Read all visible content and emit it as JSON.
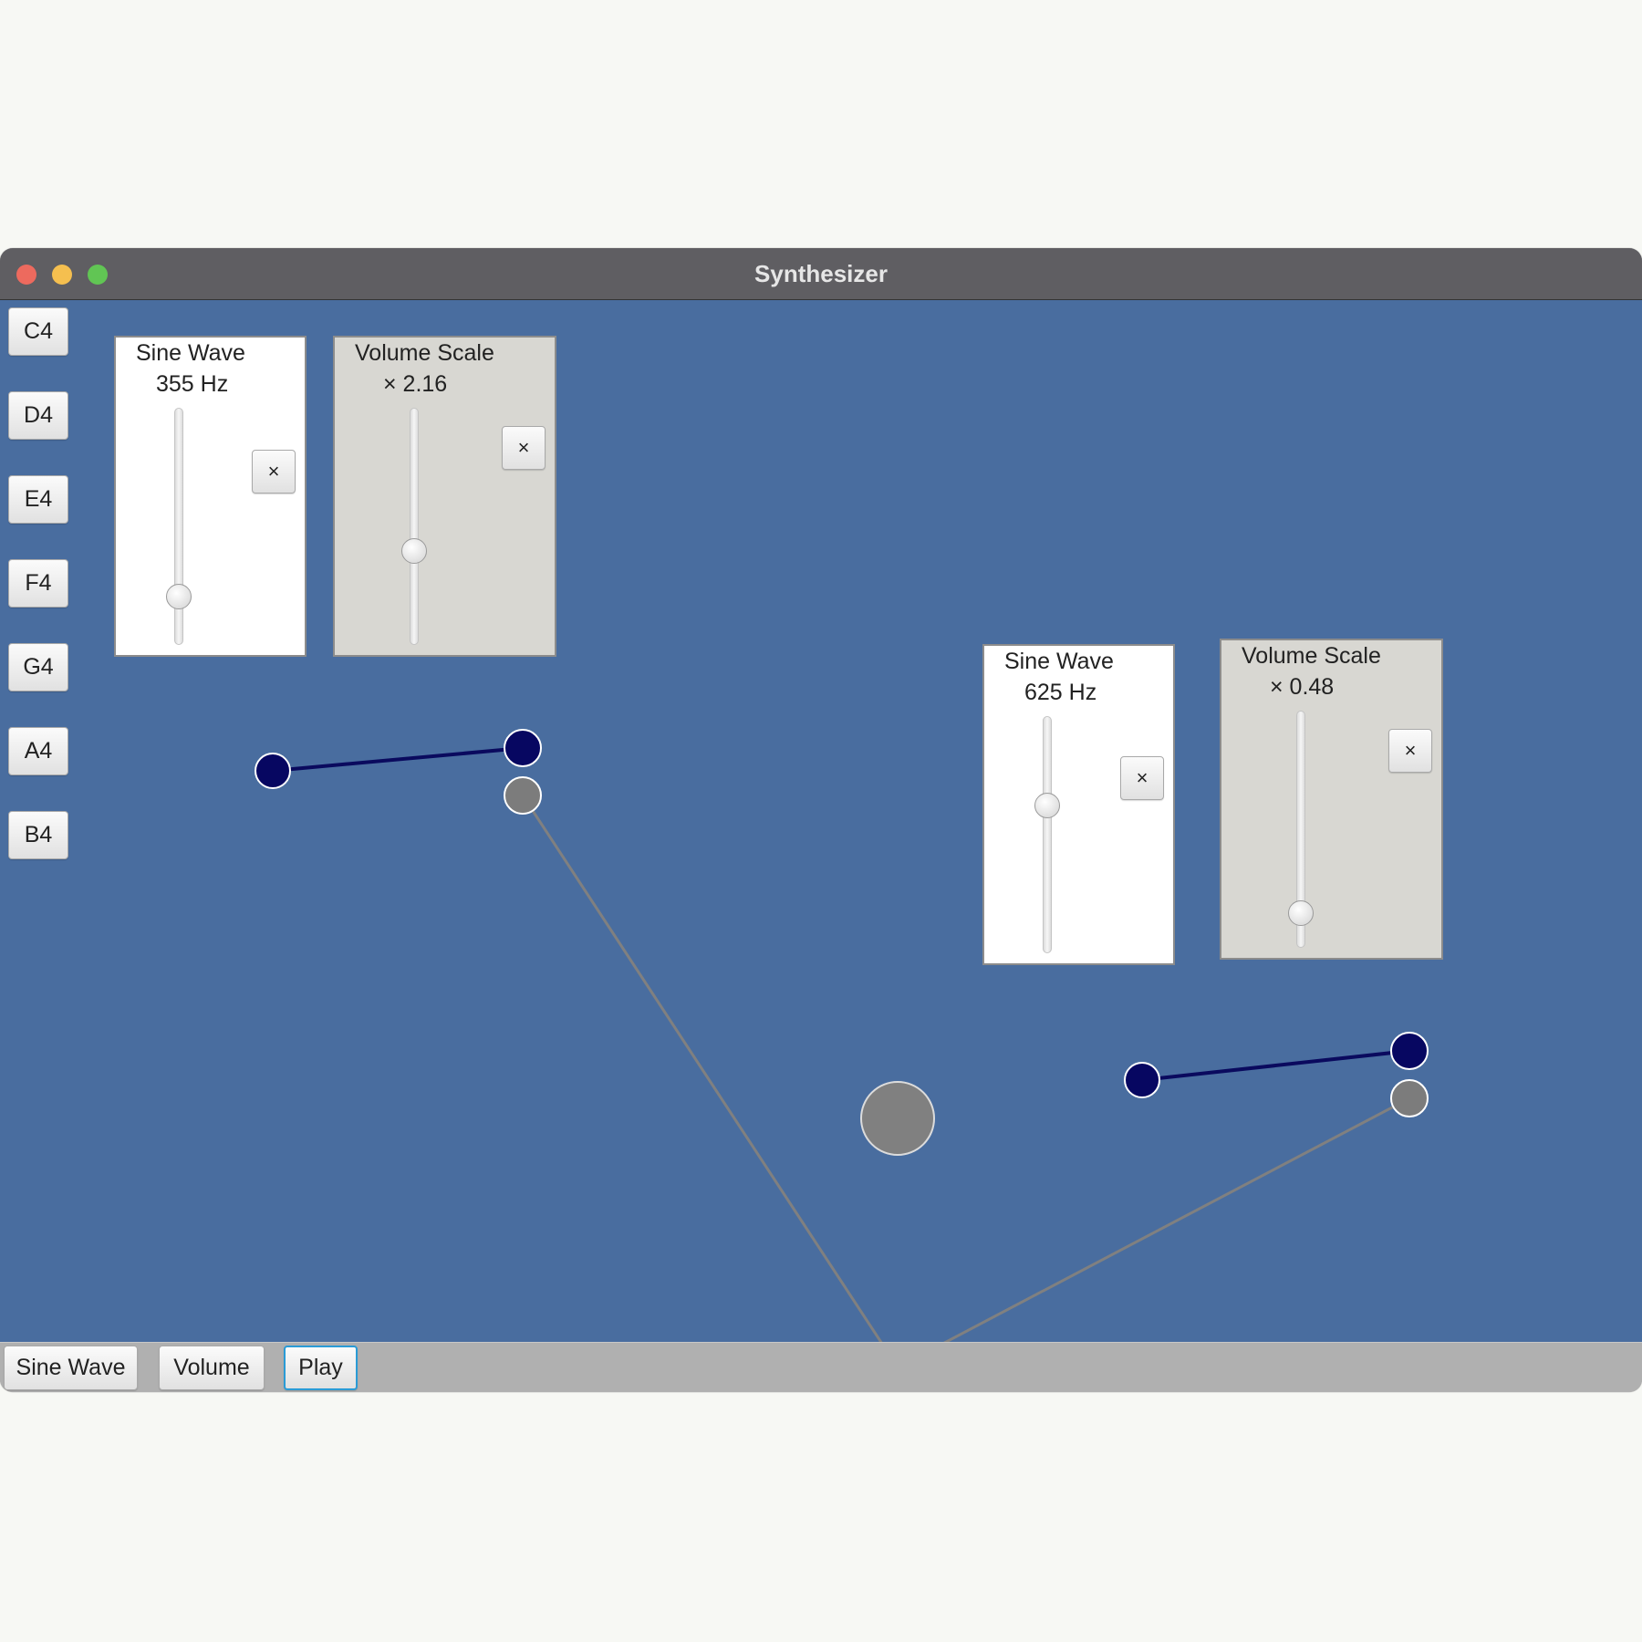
{
  "window": {
    "title": "Synthesizer"
  },
  "notes": [
    "C4",
    "D4",
    "E4",
    "F4",
    "G4",
    "A4",
    "B4"
  ],
  "modules": [
    {
      "type_label": "Sine Wave",
      "value_label": "355 Hz",
      "close_label": "×"
    },
    {
      "type_label": "Volume Scale",
      "value_label": "× 2.16",
      "close_label": "×"
    },
    {
      "type_label": "Sine Wave",
      "value_label": "625 Hz",
      "close_label": "×"
    },
    {
      "type_label": "Volume Scale",
      "value_label": "× 0.48",
      "close_label": "×"
    }
  ],
  "toolbar": {
    "sine_label": "Sine Wave",
    "volume_label": "Volume",
    "play_label": "Play"
  },
  "colors": {
    "canvas": "#496d9f",
    "output_port": "#070761",
    "input_port": "#7c7c7c",
    "wire_signal": "#0a0a5e",
    "wire_output": "#808080"
  }
}
